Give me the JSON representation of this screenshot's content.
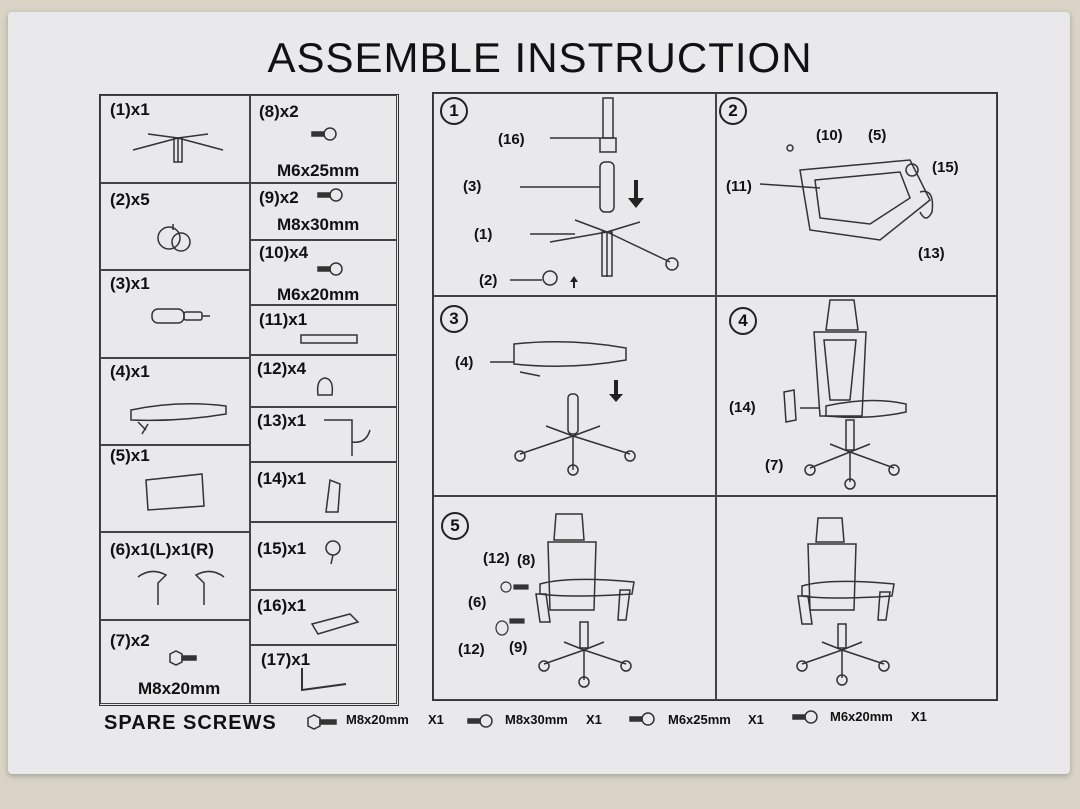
{
  "title": "ASSEMBLE INSTRUCTION",
  "parts": {
    "p1": "(1)x1",
    "p2": "(2)x5",
    "p3": "(3)x1",
    "p4": "(4)x1",
    "p5": "(5)x1",
    "p6": "(6)x1(L)x1(R)",
    "p7": "(7)x2",
    "p7_size": "M8x20mm",
    "p8": "(8)x2",
    "p8_size": "M6x25mm",
    "p9": "(9)x2",
    "p9_size": "M8x30mm",
    "p10": "(10)x4",
    "p10_size": "M6x20mm",
    "p11": "(11)x1",
    "p12": "(12)x4",
    "p13": "(13)x1",
    "p14": "(14)x1",
    "p15": "(15)x1",
    "p16": "(16)x1",
    "p17": "(17)x1"
  },
  "steps": {
    "s1": "1",
    "s2": "2",
    "s3": "3",
    "s4": "4",
    "s5": "5"
  },
  "callouts": {
    "c16": "(16)",
    "c3": "(3)",
    "c1": "(1)",
    "c2": "(2)",
    "c10": "(10)",
    "c5": "(5)",
    "c15": "(15)",
    "c11": "(11)",
    "c13": "(13)",
    "c4": "(4)",
    "c14": "(14)",
    "c7": "(7)",
    "c12a": "(12)",
    "c8": "(8)",
    "c6": "(6)",
    "c12b": "(12)",
    "c9": "(9)"
  },
  "spare": {
    "label": "SPARE SCREWS",
    "items": [
      {
        "size": "M8x20mm",
        "qty": "X1"
      },
      {
        "size": "M8x30mm",
        "qty": "X1"
      },
      {
        "size": "M6x25mm",
        "qty": "X1"
      },
      {
        "size": "M6x20mm",
        "qty": "X1"
      }
    ]
  },
  "icons": [
    "screw-icon",
    "hex-bolt-icon",
    "chair-base-icon",
    "caster-icon",
    "gas-lift-icon",
    "seat-icon",
    "backrest-icon",
    "armrest-icon",
    "allen-key-icon",
    "chair-icon",
    "arrow-down-icon"
  ]
}
